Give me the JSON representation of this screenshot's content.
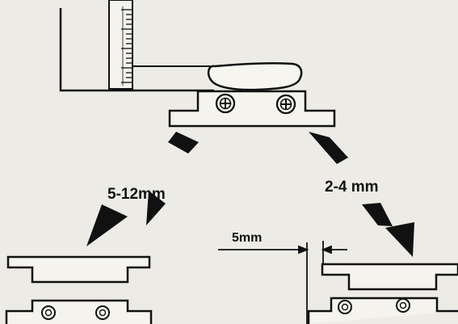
{
  "labels": {
    "left_adjustment": "5-12mm",
    "right_adjustment": "2-4 mm",
    "offset": "5mm"
  },
  "colors": {
    "background": "#ecebe6",
    "ink": "#111111"
  }
}
